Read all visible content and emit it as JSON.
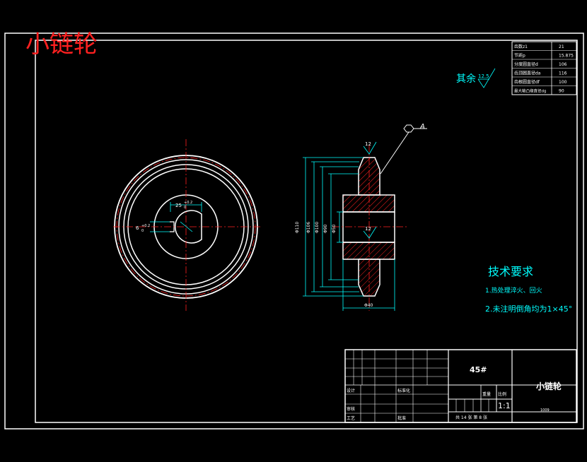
{
  "watermark": "小链轮",
  "params_table": [
    {
      "label": "齿数z1",
      "value": "21"
    },
    {
      "label": "节距p",
      "value": "15.875"
    },
    {
      "label": "分度圆直径d",
      "value": "106"
    },
    {
      "label": "齿顶圆直径da",
      "value": "116"
    },
    {
      "label": "齿根圆直径df",
      "value": "100"
    },
    {
      "label": "最大轴凸缘直径dg",
      "value": "90"
    }
  ],
  "roughness_note": {
    "prefix": "其余",
    "value": "12.5"
  },
  "front_view": {
    "keyway_width": "25",
    "keyway_tol_upper": "+0.2",
    "keyway_tol_lower": "0",
    "keyway_depth": "6",
    "depth_tol_upper": "+0.2",
    "depth_tol_lower": "0"
  },
  "section_view": {
    "diameters": [
      "Φ110",
      "Φ106",
      "Φ100",
      "Φ90",
      "Φ50"
    ],
    "hub_width": "Φ40",
    "tooth_width": "12",
    "bore_roughness": "12",
    "tolerance_frame": "A"
  },
  "tech_requirements": {
    "title": "技术要求",
    "items": [
      "1.热处理淬火、回火",
      "2.未注明倒角均为1×45°"
    ]
  },
  "title_block": {
    "material": "45#",
    "part_name": "小链轮",
    "scale_label": "比例",
    "weight_label": "重量",
    "scale_value": "1:1",
    "design_label": "设计",
    "standard_label": "标准化",
    "review_label": "审核",
    "process_label": "工艺",
    "approve_label": "批准",
    "sheet_text": "共 14 张  第 8 张",
    "drawing_no": "1009"
  }
}
